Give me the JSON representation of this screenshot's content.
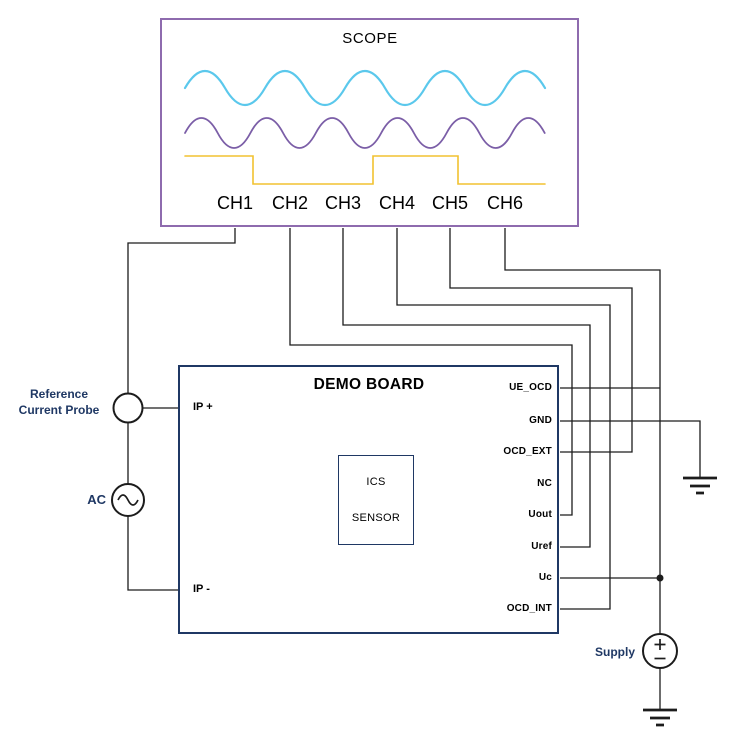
{
  "scope": {
    "title": "SCOPE",
    "channels": [
      "CH1",
      "CH2",
      "CH3",
      "CH4",
      "CH5",
      "CH6"
    ]
  },
  "demo_board": {
    "title": "DEMO BOARD",
    "sensor_label_line1": "ICS",
    "sensor_label_line2": "SENSOR",
    "left_pins": [
      "IP +",
      "IP -"
    ],
    "right_pins": [
      "UE_OCD",
      "GND",
      "OCD_EXT",
      "NC",
      "Uout",
      "Uref",
      "Uc",
      "OCD_INT"
    ]
  },
  "external": {
    "probe_label_line1": "Reference",
    "probe_label_line2": "Current Probe",
    "ac_label": "AC",
    "supply_label": "Supply"
  },
  "symbols": {
    "current_probe": "circle-probe",
    "ac_source": "sine-in-circle",
    "supply": "plus-minus-in-circle",
    "ground": "three-bar-ground"
  },
  "colors": {
    "scope_border": "#8e6bae",
    "board_border": "#1f3864",
    "wave_blue": "#5bc8ec",
    "wave_purple": "#7b5ea7",
    "wave_square": "#f2c230",
    "wire": "#1c1c1c",
    "label_navy": "#1f3864",
    "text": "#000000"
  }
}
